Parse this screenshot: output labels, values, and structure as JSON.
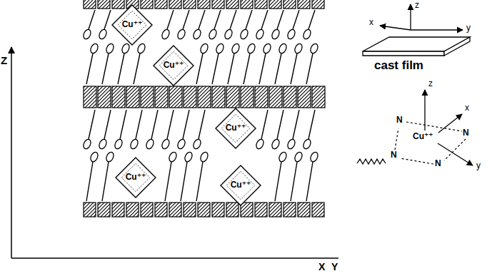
{
  "diagram": {
    "nodes": [
      {
        "text": [
          "Cu⁺⁺"
        ]
      },
      {
        "text": [
          "Cu⁺⁺"
        ]
      },
      {
        "text": [
          "Cu⁺⁺"
        ]
      },
      {
        "text": [
          "Cu⁺⁺"
        ]
      },
      {
        "text": [
          "Cu⁺⁺"
        ]
      }
    ],
    "labels": [
      "Z",
      "X",
      "Y",
      "z",
      "x",
      "y",
      "cast film",
      "z",
      "x",
      "y",
      "N",
      "N",
      "N",
      "N",
      "Cu⁺⁺"
    ]
  }
}
